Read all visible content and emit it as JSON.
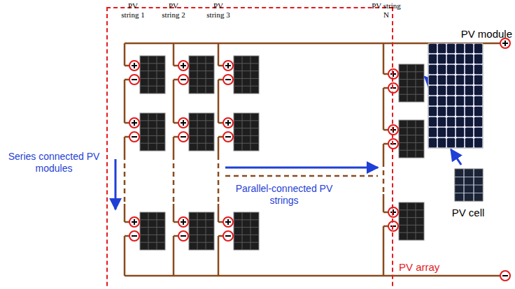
{
  "diagram": {
    "nodes": [
      {
        "text": [
          "PV array"
        ]
      },
      {
        "text": [
          "PV module"
        ]
      },
      {
        "text": [
          "PV cell"
        ]
      }
    ],
    "edges": [
      {
        "from": 2,
        "to": 1,
        "arrow": "to"
      }
    ],
    "labels": [
      "PV string 1",
      "PV string 2",
      "PV string 3",
      "PV string N",
      "Series connected PV modules",
      "Parallel-connected PV strings"
    ]
  }
}
